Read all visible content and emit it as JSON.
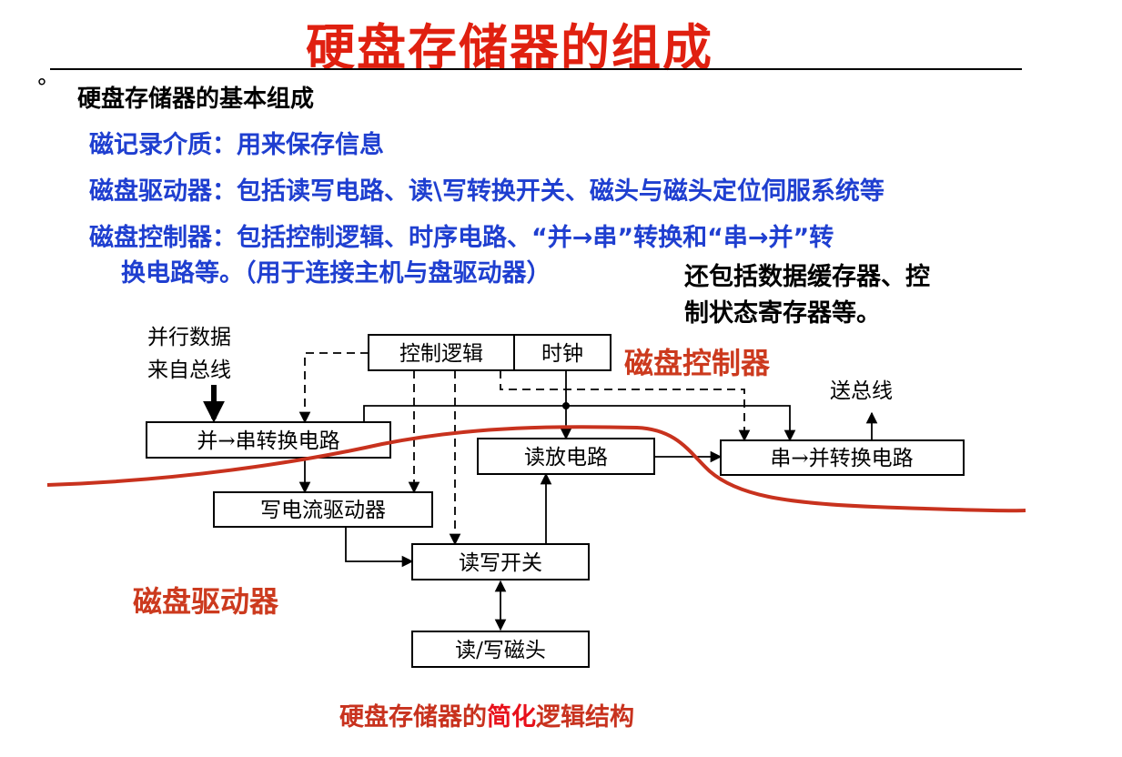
{
  "slide": {
    "title": "硬盘存储器的组成",
    "bullet": "°",
    "heading": "硬盘存储器的基本组成",
    "lines": [
      "磁记录介质：用来保存信息",
      "磁盘驱动器：包括读写电路、读\\写转换开关、磁头与磁头定位伺服系统等",
      "磁盘控制器：包括控制逻辑、时序电路、“并→串”转换和“串→并”转",
      "换电路等。（用于连接主机与盘驱动器）"
    ],
    "note": [
      "还包括数据缓存器、控",
      "制状态寄存器等。"
    ],
    "colors": {
      "title": "#e02010",
      "blue_text": "#1f3fd0",
      "boundary": "#c8321e"
    }
  },
  "diagram": {
    "input_label": [
      "并行数据",
      "来自总线"
    ],
    "output_label": "送总线",
    "boxes": {
      "control_logic": "控制逻辑",
      "clock": "时钟",
      "parallel_to_serial": "并→串转换电路",
      "read_amp": "读放电路",
      "serial_to_parallel": "串→并转换电路",
      "write_driver": "写电流驱动器",
      "rw_switch": "读写开关",
      "rw_head": "读/写磁头"
    },
    "region_labels": {
      "controller": "磁盘控制器",
      "drive": "磁盘驱动器"
    }
  },
  "caption": {
    "before": "硬盘存储器的",
    "highlight": "简化",
    "after": "逻辑结构"
  }
}
